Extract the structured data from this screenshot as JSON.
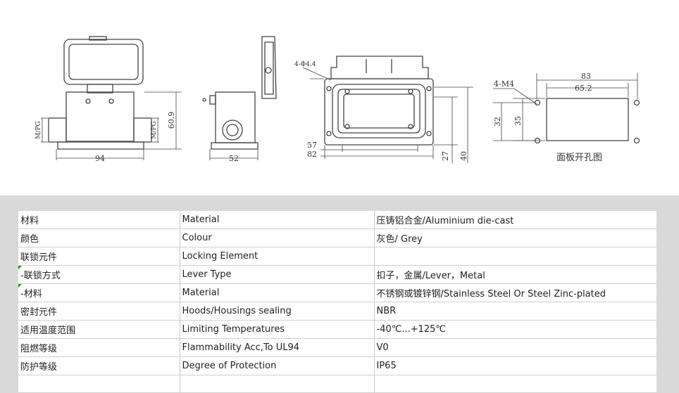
{
  "drawing": {
    "view1": {
      "width_label": "94",
      "height_label": "60.9",
      "side_labels": [
        "M/PG",
        "M/PG"
      ]
    },
    "view2": {
      "width_label": "52"
    },
    "view3": {
      "hole_label": "4-Φ4.4",
      "dims": [
        "57",
        "82",
        "27",
        "40"
      ]
    },
    "view4": {
      "thread_label": "4-M4",
      "dims": [
        "83",
        "65.2",
        "32",
        "35"
      ],
      "caption": "面板开孔图"
    }
  },
  "spec_table": {
    "rows": [
      {
        "cn": "材料",
        "en": "Material",
        "value": "压铸铝合金/Aluminium die-cast"
      },
      {
        "cn": "颜色",
        "en": "Colour",
        "value": "灰色/ Grey"
      },
      {
        "cn": "联锁元件",
        "en": "Locking Element",
        "value": ""
      },
      {
        "cn": " -联锁方式",
        "en": "Lever Type",
        "value": "扣子，金属/Lever，Metal"
      },
      {
        "cn": " -材料",
        "en": "Material",
        "value": "不锈钢或镀锌钢/Stainless Steel Or Steel Zinc-plated"
      },
      {
        "cn": "密封元件",
        "en": "Hoods/Housings sealing",
        "value": "NBR"
      },
      {
        "cn": "适用温度范围",
        "en": "Limiting Temperatures",
        "value": "-40℃...+125℃"
      },
      {
        "cn": "阻燃等级",
        "en": "Flammability Acc,To UL94",
        "value": "V0"
      },
      {
        "cn": "防护等级",
        "en": "Degree of Protection",
        "value": "IP65"
      }
    ]
  }
}
